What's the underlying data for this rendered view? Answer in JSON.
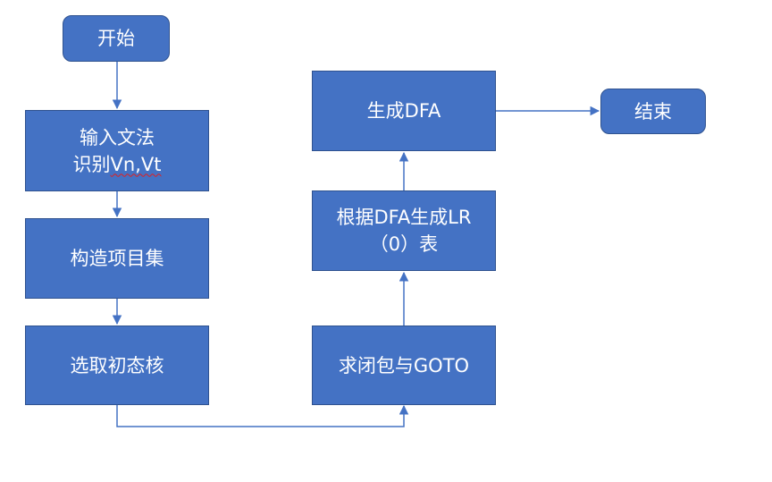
{
  "flowchart": {
    "start": "开始",
    "input_grammar": {
      "line1": "输入文法",
      "line2_prefix": "识别",
      "line2_flagged": "Vn,Vt"
    },
    "build_items": "构造项目集",
    "select_kernel": "选取初态核",
    "closure_goto": "求闭包与GOTO",
    "lr_table": {
      "line1": "根据DFA生成LR",
      "line2": "（0）表"
    },
    "gen_dfa": "生成DFA",
    "end": "结束"
  },
  "colors": {
    "node_fill": "#4472c4",
    "node_border": "#2f528f",
    "node_text": "#ffffff",
    "connector": "#4472c4",
    "spellcheck_underline": "#e02020"
  }
}
